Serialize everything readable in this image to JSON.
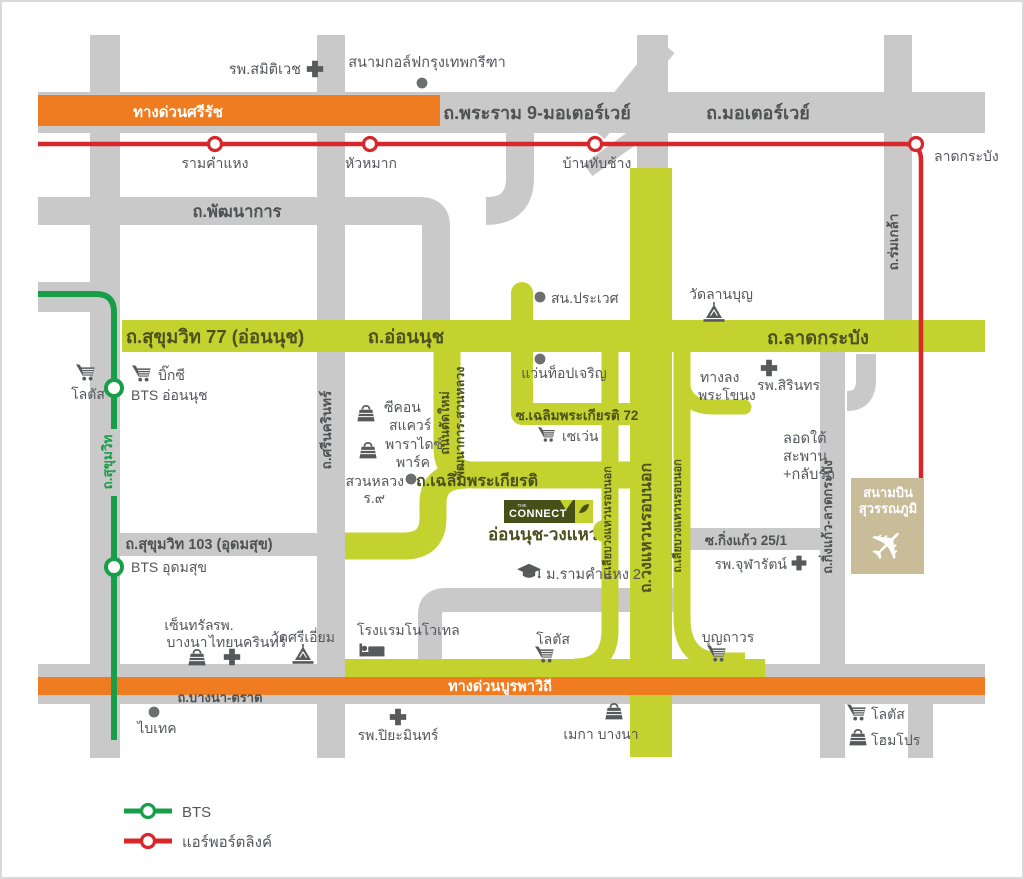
{
  "colors": {
    "road_grey": "#c9c9c9",
    "road_lime": "#c3d22e",
    "expressway_orange": "#f07c21",
    "airport_link_red": "#d8272b",
    "bts_green": "#189e49",
    "text_dark": "#54565a",
    "text_olive": "#4c511f",
    "airport_tan": "#c9bc98",
    "logo_dark_green": "#454f17"
  },
  "expressways": {
    "si_rat": "ทางด่วนศรีรัช",
    "burapha_withi": "ทางด่วนบูรพาวิถี"
  },
  "roads": {
    "rama9_motorway": "ถ.พระราม 9-มอเตอร์เวย์",
    "motorway": "ถ.มอเตอร์เวย์",
    "phatthanakan": "ถ.พัฒนาการ",
    "rom_klao": "ถ.ร่มเกล้า",
    "sukhumvit77": "ถ.สุขุมวิท 77 (อ่อนนุช)",
    "on_nut": "ถ.อ่อนนุช",
    "lat_krabang": "ถ.ลาดกระบัง",
    "sukhumvit": "ถ.สุขุมวิท",
    "srinagarindra": "ถ.ศรีนครินทร์",
    "new_cut_road_1": "ถนนตัดใหม่",
    "new_cut_road_2": "พัฒนาการ-สวนหลวง",
    "chalerm_prakiat": "ถ.เฉลิมพระเกียรติ",
    "soi_chalerm_prakiat_72": "ซ.เฉลิมพระเกียรติ 72",
    "outer_ring": "ถ.วงแหวนรอบนอก",
    "frontage_left": "ถ.เลียบวงแหวนรอบนอก",
    "frontage_right": "ถ.เลียบวงแหวนรอบนอก",
    "soi_king_kaew": "ซ.กิ่งแก้ว 25/1",
    "king_kaew_lat_krabang": "ถ.กิ่งแก้ว-ลาดกระบัง",
    "sukhumvit103": "ถ.สุขุมวิท 103 (อุดมสุข)",
    "bangna_trat": "ถ.บางนา-ตราด",
    "exit_1": "ทางลง",
    "exit_2": "พระโขนง",
    "underpass_1": "ลอดใต้",
    "underpass_2": "สะพาน",
    "underpass_3": "+กลับรถ"
  },
  "stations": {
    "airport_link": [
      "รามคำแหง",
      "หัวหมาก",
      "บ้านทับช้าง",
      "ลาดกระบัง"
    ],
    "bts_on_nut": "BTS อ่อนนุช",
    "bts_udom_suk": "BTS อุดมสุข"
  },
  "places": {
    "samitivej": "รพ.สมิติเวช",
    "golf": "สนามกอล์ฟกรุงเทพกรีฑา",
    "prawet_police": "สน.ประเวศ",
    "wat_lan_bun": "วัดลานบุญ",
    "lotus_on_nut": "โลตัส",
    "big_c": "บิ๊กซี",
    "seacon_1": "ซีคอน",
    "seacon_2": "สแควร์",
    "paradise_1": "พาราไดซ์",
    "paradise_2": "พาร์ค",
    "suan_luang_1": "สวนหลวง",
    "suan_luang_2": "ร.๙",
    "top_charoen": "แว่นท็อปเจริญ",
    "seven": "เซเว่น",
    "sirindhorn": "รพ.สิรินทร",
    "chularat": "รพ.จุฬารัตน์",
    "airport_1": "สนามบิน",
    "airport_2": "สุวรรณภูมิ",
    "ramkhamhaeng_u": "ม.รามคำแหง 2",
    "central_1": "เซ็นทรัล",
    "central_2": "บางนา",
    "thainakarin_1": "รพ.",
    "thainakarin_2": "ไทยนครินทร์",
    "wat_sri_iam": "วัดศรีเอี่ยม",
    "novotel": "โรงแรมโนโวเทล",
    "lotus_center": "โลตัส",
    "boonthavorn": "บุญถาวร",
    "bitec": "ไบเทค",
    "piyamin": "รพ.ปิยะมินทร์",
    "mega_bangna": "เมกา บางนา",
    "lotus_se": "โลตัส",
    "homepro": "โฮมโปร"
  },
  "project": {
    "brand_prefix": "THE",
    "brand": "CONNECT",
    "location": "อ่อนนุช-วงแหวน"
  },
  "legend": {
    "bts": "BTS",
    "airport_link": "แอร์พอร์ตลิงค์"
  },
  "icons": {
    "airplane": "✈"
  }
}
